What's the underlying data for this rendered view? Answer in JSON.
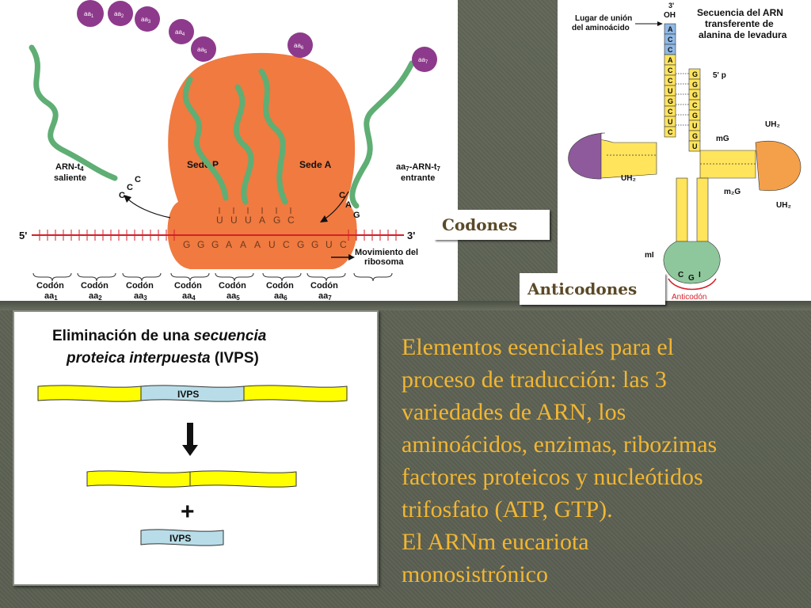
{
  "slide": {
    "body_lines": [
      "Elementos esenciales para el",
      "proceso de traducción: las 3",
      "variedades de ARN, los",
      "aminoácidos, enzimas, ribozimas",
      "factores proteicos y nucleótidos",
      "trifosfato (ATP, GTP).",
      "El ARNm eucariota",
      "monosistrónico"
    ],
    "codones_label": "Codones",
    "anticodones_label": "Anticodones",
    "colors": {
      "text": "#f2b632",
      "background": "#5e6356",
      "ribosome": "#f07a40",
      "trna_strand": "#5fae74",
      "amino_acid": "#8e3a8c"
    }
  },
  "ribosome": {
    "site_p": "Sede P",
    "site_a": "Sede A",
    "trna_out": "ARN-t",
    "trna_out_sub": "4",
    "trna_out_2": "saliente",
    "trna_in_a": "aa",
    "trna_in_sub": "7",
    "trna_in_b": "-ARN-t",
    "trna_in_sub2": "7",
    "trna_in_2": "entrante",
    "end_5": "5'",
    "end_3": "3'",
    "movement_1": "Movimiento del",
    "movement_2": "ribosoma",
    "anticodon_letters": [
      "U",
      "U",
      "U",
      "A",
      "G",
      "C"
    ],
    "mrna_letters": [
      "G",
      "G",
      "G",
      "A",
      "A",
      "A",
      "U",
      "C",
      "G",
      "G",
      "U",
      "C"
    ],
    "out_letters": [
      "C",
      "C",
      "C"
    ],
    "in_letters": [
      "C",
      "A",
      "G"
    ],
    "aa_chain": [
      "aa",
      "aa",
      "aa",
      "aa",
      "aa",
      "aa"
    ],
    "aa_chain_subs": [
      "1",
      "2",
      "3",
      "4",
      "5",
      "6"
    ],
    "aa_single": "aa",
    "aa_single_sub": "7",
    "codon_word": "Codón",
    "codon_aa": "aa",
    "codon_subs": [
      "1",
      "2",
      "3",
      "4",
      "5",
      "6",
      "7"
    ]
  },
  "trna": {
    "title_1": "Secuencia del ARN",
    "title_2": "transferente de",
    "title_3": "alanina de levadura",
    "site_1": "Lugar de unión",
    "site_2": "del aminoácido",
    "end_3": "3'",
    "oh": "OH",
    "end_5p": "5' p",
    "acceptor_3": [
      "A",
      "C",
      "C",
      "A",
      "C",
      "C",
      "U",
      "G",
      "C",
      "U",
      "C"
    ],
    "acceptor_5": [
      "G",
      "G",
      "G",
      "C",
      "G",
      "U",
      "G",
      "U"
    ],
    "mg": "mG",
    "uh2_right": "UH₂",
    "uh2_left": "UH₂",
    "uh2_bottom": "UH₂",
    "m2g": "m₂G",
    "mi": "mI",
    "anticodon_label": "Anticodón",
    "anticodon": [
      "C",
      "G",
      "I"
    ]
  },
  "ivps": {
    "title_1": "Eliminación de una",
    "title_1_italic": "secuencia",
    "title_2_italic": "proteica interpuesta",
    "title_2": "(IVPS)",
    "segment_label": "IVPS",
    "segment_label_bottom": "IVPS",
    "plus": "+"
  }
}
